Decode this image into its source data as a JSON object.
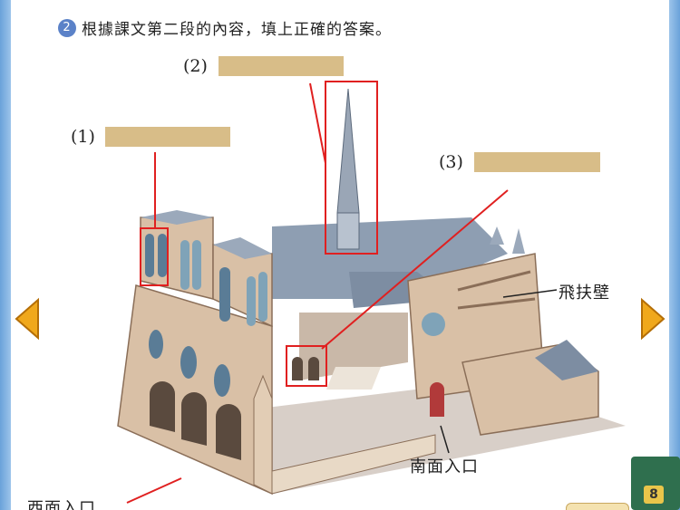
{
  "question": {
    "number": "2",
    "text": "根據課文第二段的內容，填上正確的答案。"
  },
  "blanks": [
    {
      "label": "(1)",
      "value": ""
    },
    {
      "label": "(2)",
      "value": ""
    },
    {
      "label": "(3)",
      "value": ""
    }
  ],
  "callouts": {
    "flying_buttress": "飛扶壁",
    "south_entrance": "南面入口",
    "west_entrance": "西面入口"
  },
  "mascot": {
    "badge": "8"
  },
  "colors": {
    "answer_box": "#d8bd88",
    "highlight": "#e02020",
    "arrow_fill": "#f0a81c",
    "border_blue": "#7aaee0"
  },
  "icons": {
    "left_nav": "chevron-left-icon",
    "right_nav": "chevron-right-icon",
    "question_badge": "circled-number-icon"
  }
}
